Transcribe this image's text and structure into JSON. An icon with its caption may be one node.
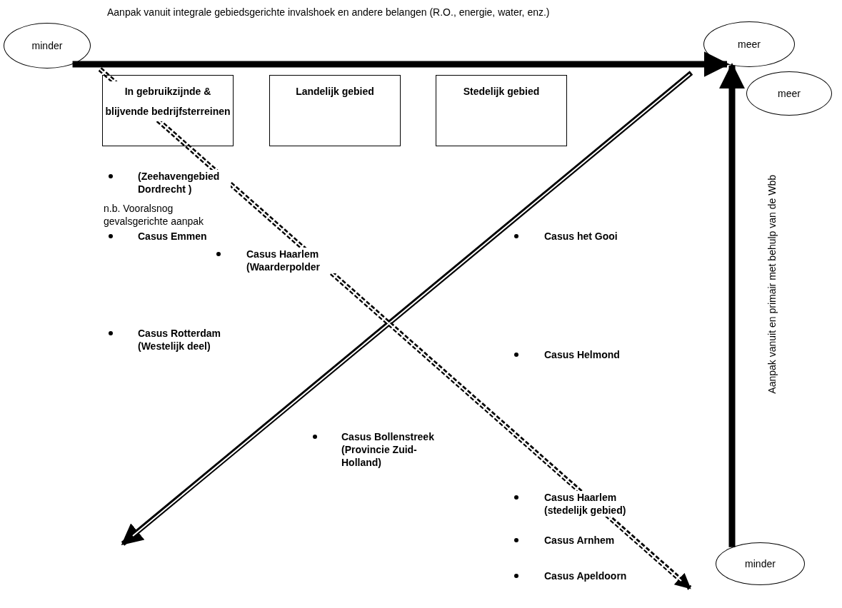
{
  "diagram": {
    "nodes": [
      {
        "text": [
          "minder"
        ]
      },
      {
        "text": [
          "meer"
        ]
      },
      {
        "text": [
          "meer"
        ]
      },
      {
        "text": [
          "minder"
        ]
      },
      {
        "text": [
          "In gebruikzijnde & blijvende bedrijfsterreinen"
        ]
      },
      {
        "text": [
          "Landelijk gebied"
        ]
      },
      {
        "text": [
          "Stedelijk gebied"
        ]
      }
    ],
    "edges": [
      {
        "from": 0,
        "to": 1,
        "arrow": "to",
        "label": "Aanpak vanuit integrale gebiedsgerichte invalshoek en andere belangen (R.O., energie, water, enz.)"
      },
      {
        "from": 3,
        "to": 1,
        "arrow": "to",
        "label": "Aanpak vanuit en primair met behulp van de Wbb"
      }
    ],
    "labels": [
      "(Zeehavengebied Dordrecht )",
      "n.b. Vooralsnog gevalsgerichte aanpak",
      "Casus Emmen",
      "Casus Haarlem (Waarderpolder",
      "Casus het Gooi",
      "Casus Rotterdam (Westelijk deel)",
      "Casus Helmond",
      "Casus Bollenstreek (Provincie Zuid-Holland)",
      "Casus Haarlem (stedelijk gebied)",
      "Casus Arnhem",
      "Casus Apeldoorn"
    ]
  }
}
